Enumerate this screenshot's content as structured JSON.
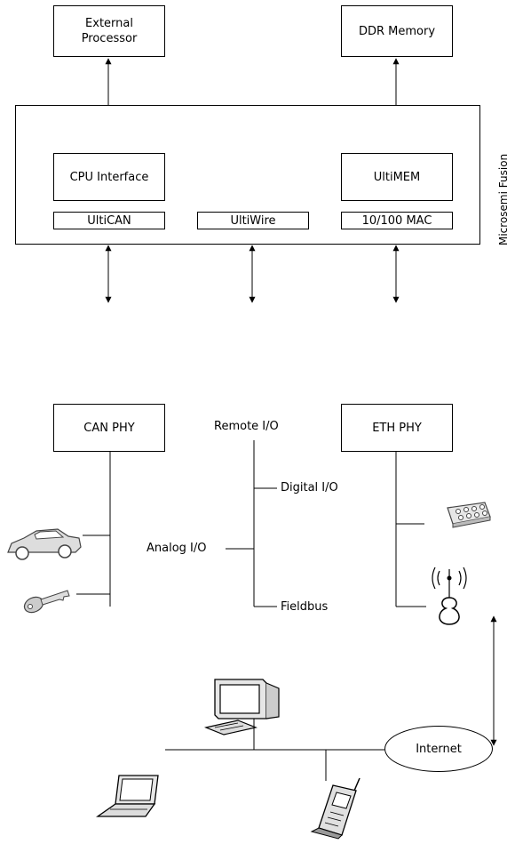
{
  "blocks": {
    "external_processor": "External\nProcessor",
    "ddr_memory": "DDR Memory",
    "cpu_interface": "CPU Interface",
    "ultimem": "UltiMEM",
    "ulticani": "UltiCAN",
    "ultiwire": "UltiWire",
    "mac": "10/100 MAC",
    "can_phy": "CAN PHY",
    "eth_phy": "ETH PHY"
  },
  "labels": {
    "fpga": "Microsemi Fusion",
    "remote_io": "Remote I/O",
    "digital_io": "Digital I/O",
    "analog_io": "Analog I/O",
    "fieldbus": "Fieldbus",
    "internet": "Internet"
  },
  "icons": [
    "car-icon",
    "key-icon",
    "connector-icon",
    "antenna-sensor-icon",
    "desktop-computer-icon",
    "laptop-icon",
    "mobile-phone-icon"
  ],
  "colors": {
    "line": "#000000",
    "icon_gray": "#777777"
  }
}
